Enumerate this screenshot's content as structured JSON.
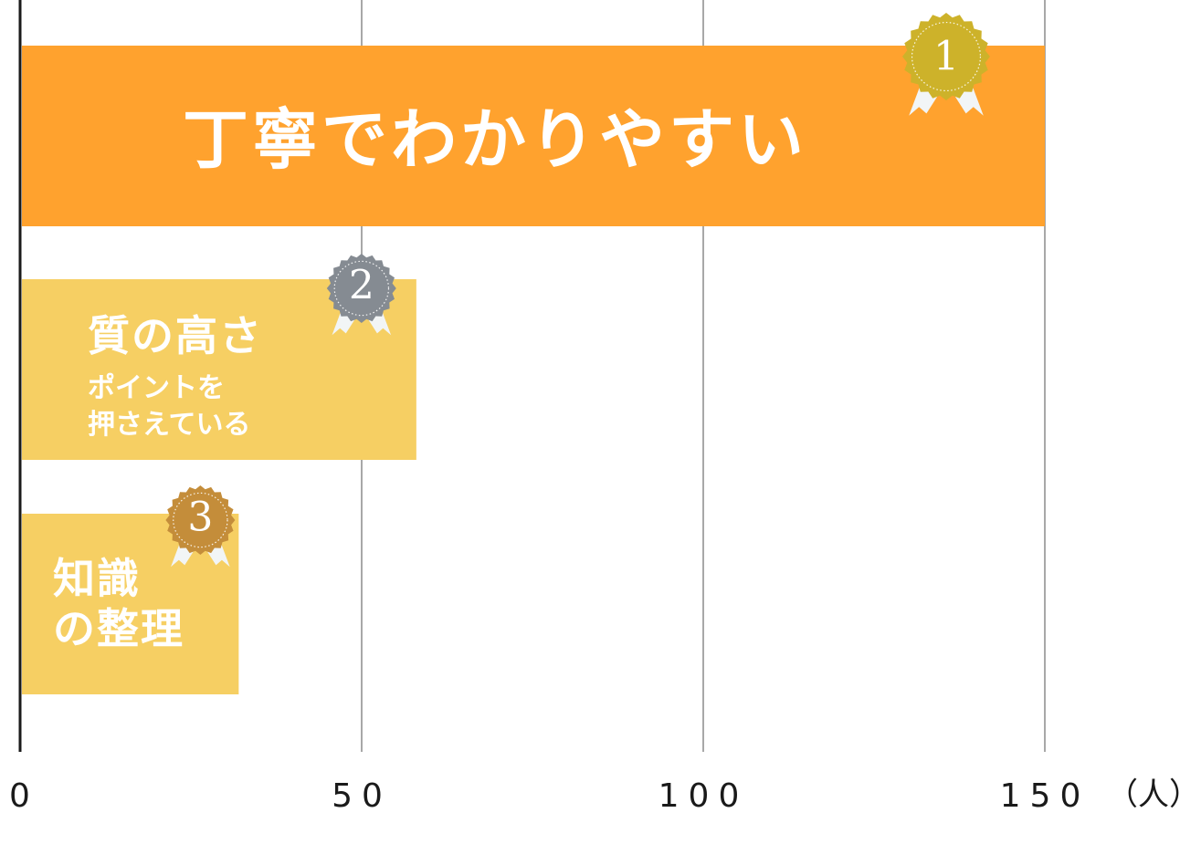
{
  "chart_data": {
    "type": "bar",
    "orientation": "horizontal",
    "categories": [
      "丁寧でわかりやすい",
      "質の高さ ポイントを押さえている",
      "知識の整理"
    ],
    "values": [
      150,
      58,
      32
    ],
    "xlim": [
      0,
      150
    ],
    "x_ticks": [
      "0",
      "50",
      "100",
      "150"
    ],
    "x_unit": "（人）",
    "grid": true,
    "series": [
      {
        "values": [
          150,
          58,
          32
        ]
      }
    ],
    "bars": [
      {
        "rank": "1",
        "title_lines": [
          "丁寧でわかりやすい"
        ],
        "sub_lines": [],
        "color": "#ffa22e",
        "medal_color": "#cdb22a"
      },
      {
        "rank": "2",
        "title_lines": [
          "質の高さ"
        ],
        "sub_lines": [
          "ポイントを",
          "押さえている"
        ],
        "color": "#f6cf63",
        "medal_color": "#858b92"
      },
      {
        "rank": "3",
        "title_lines": [
          "知識",
          "の整理"
        ],
        "sub_lines": [],
        "color": "#f6cf63",
        "medal_color": "#c48d3a"
      }
    ]
  }
}
